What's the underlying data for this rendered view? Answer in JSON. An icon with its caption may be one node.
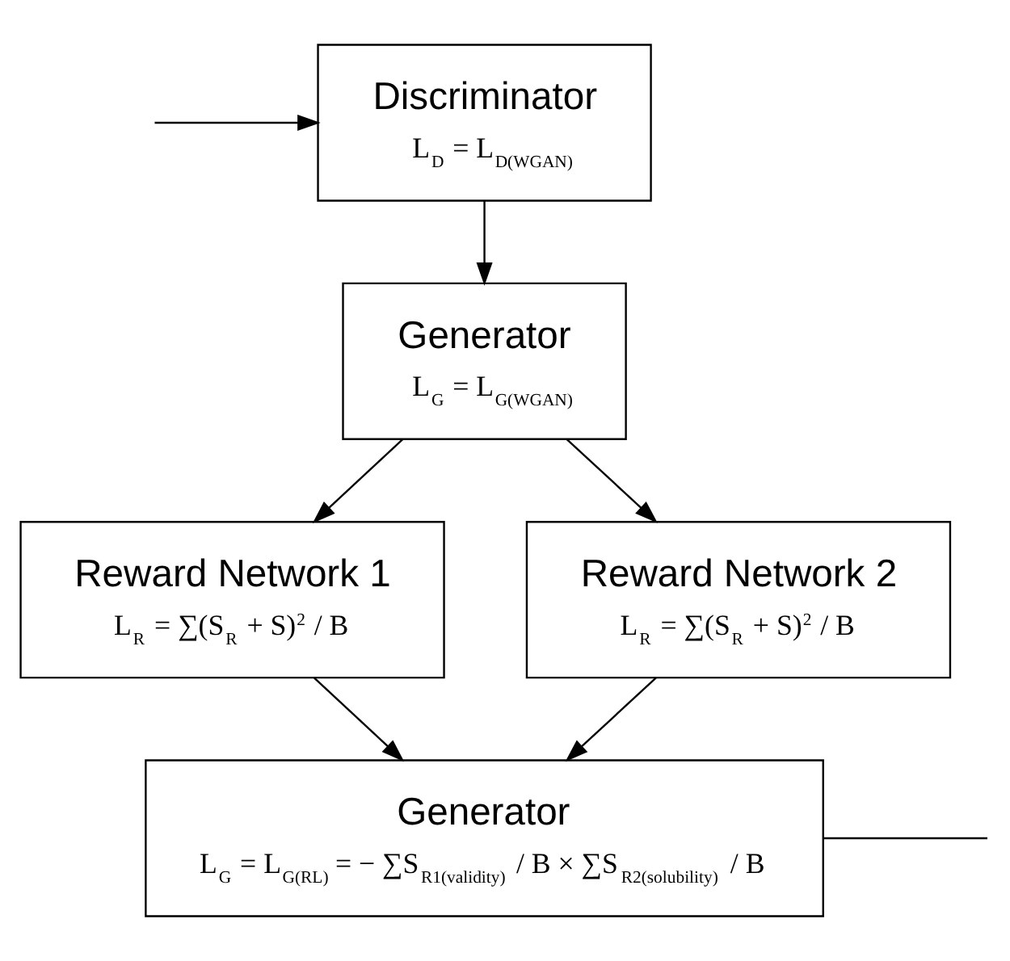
{
  "diagram": {
    "nodes": [
      {
        "text": [
          "Discriminator",
          "L$_{D}$ = L$_{D(WGAN)}$"
        ]
      },
      {
        "text": [
          "Generator",
          "L$_{G}$ = L$_{G(WGAN)}$"
        ]
      },
      {
        "text": [
          "Reward Network 1",
          "L$_{R}$ = ∑(S$_{R}$ + S)$^{2}$ / B"
        ]
      },
      {
        "text": [
          "Reward Network 2",
          "L$_{R}$ = ∑(S$_{R}$ + S)$^{2}$ / B"
        ]
      },
      {
        "text": [
          "Generator",
          "L$_{G}$ = L$_{G(RL)}$ = − ∑S$_{R1(validity)}$ / B × ∑S$_{R2(solubility)}$ / B"
        ]
      }
    ],
    "edges": [
      {
        "from": null,
        "to": 0,
        "arrow": "to"
      },
      {
        "from": 0,
        "to": 1,
        "arrow": "to"
      },
      {
        "from": 1,
        "to": 2,
        "arrow": "to"
      },
      {
        "from": 1,
        "to": 3,
        "arrow": "to"
      },
      {
        "from": 2,
        "to": 4,
        "arrow": "to"
      },
      {
        "from": 3,
        "to": 4,
        "arrow": "to"
      },
      {
        "from": 4,
        "to": null,
        "arrow": "none"
      }
    ]
  }
}
